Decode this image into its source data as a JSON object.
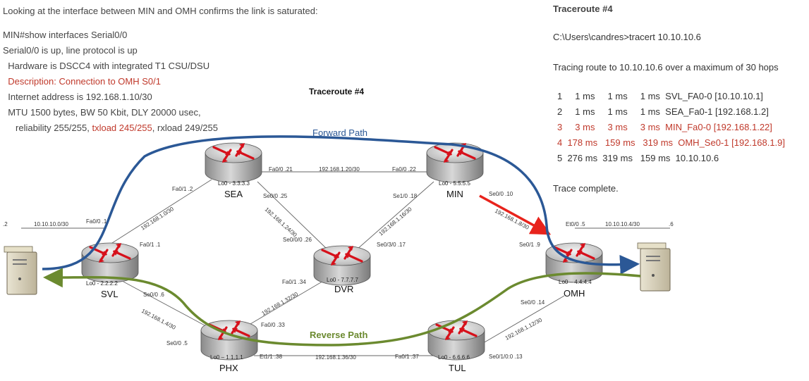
{
  "left_text": {
    "intro": "Looking at the interface between MIN and OMH confirms the link is saturated:",
    "lines": [
      "MIN#show interfaces Serial0/0",
      "Serial0/0 is up, line protocol is up",
      "  Hardware is DSCC4 with integrated T1 CSU/DSU",
      "  Description: Connection to OMH S0/1",
      "  Internet address is 192.168.1.10/30",
      "  MTU 1500 bytes, BW 50 Kbit, DLY 20000 usec,",
      "     reliability 255/255, "
    ],
    "txload": "txload 245/255",
    "rxload": ", rxload 249/255"
  },
  "diagram": {
    "title": "Traceroute #4",
    "forward_label": "Forward Path",
    "reverse_label": "Reverse Path",
    "routers": [
      {
        "id": "sea",
        "name": "SEA",
        "lo": "Lo0 - 3.3.3.3"
      },
      {
        "id": "min",
        "name": "MIN",
        "lo": "Lo0 - 5.5.5.5"
      },
      {
        "id": "svl",
        "name": "SVL",
        "lo": "Lo0 - 2.2.2.2"
      },
      {
        "id": "dvr",
        "name": "DVR",
        "lo": "Lo0 - 7.7.7.7"
      },
      {
        "id": "omh",
        "name": "OMH",
        "lo": "Lo0 – 4.4.4.4"
      },
      {
        "id": "phx",
        "name": "PHX",
        "lo": "Lo0 – 1.1.1.1"
      },
      {
        "id": "tul",
        "name": "TUL",
        "lo": "Lo0 - 6.6.6.6"
      }
    ],
    "labels": {
      "sea_fa00": "Fa0/0  .21",
      "sea_min_net": "192.168.1.20/30",
      "min_fa00": "Fa0/0  .22",
      "sea_fa01": "Fa0/1  .2",
      "sea_se00": "Se0/0  .25",
      "min_se10": "Se1/0  .18",
      "min_se00": "Se0/0  .10",
      "svl_sea_net": "192.168.1.0/30",
      "sea_dvr_net": "192.168.1.24/30",
      "min_dvr_net": "192.168.1.16/30",
      "min_omh_net": "192.168.1.8/30",
      "left_dot2": ".2",
      "left_net": "10.10.10.0/30",
      "svl_fa00": "Fa0/0  .1",
      "svl_fa01": "Fa0/1  .1",
      "dvr_se000": "Se0/0/0  .26",
      "dvr_se30": "Se0/3/0  .17",
      "dvr_fa01": "Fa0/1  .34",
      "omh_se01": "Se0/1  .9",
      "omh_et00": "Et0/0  .5",
      "right_net": "10.10.10.4/30",
      "right_dot6": ".6",
      "svl_se00": "Se0/0  .6",
      "svl_phx_net": "192.168.1.4/30",
      "phx_se00": "Se0/0  .5",
      "phx_dvr_net": "192.168.1.32/30",
      "phx_fa00": "Fa0/0  .33",
      "omh_se00": "Se0/0  .14",
      "tul_omh_net": "192.168.1.12/30",
      "phx_et11": "Et1/1  .38",
      "phx_tul_net": "192.168.1.36/30",
      "tul_fa01": "Fa0/1  .37",
      "tul_se100": "Se0/1/0:0  .13"
    }
  },
  "right_text": {
    "title": "Traceroute #4",
    "command": "C:\\Users\\candres>tracert 10.10.10.6",
    "tracing": "Tracing route to 10.10.10.6 over a maximum of 30 hops",
    "hops": [
      {
        "text": "1     1 ms     1 ms     1 ms  SVL_FA0-0 [10.10.10.1]",
        "highlight": false
      },
      {
        "text": "2     1 ms     1 ms     1 ms  SEA_Fa0-1 [192.168.1.2]",
        "highlight": false
      },
      {
        "text": "3     3 ms     3 ms     3 ms  MIN_Fa0-0 [192.168.1.22]",
        "highlight": true
      },
      {
        "text": "4  178 ms   159 ms   319 ms  OMH_Se0-1 [192.168.1.9]",
        "highlight": true
      },
      {
        "text": "5  276 ms  319 ms   159 ms  10.10.10.6",
        "highlight": false
      }
    ],
    "complete": "Trace complete."
  },
  "colors": {
    "forward": "#2b5896",
    "reverse": "#6b8a2f",
    "highlight_red": "#c0392b",
    "arrow_red": "#e8231c"
  }
}
